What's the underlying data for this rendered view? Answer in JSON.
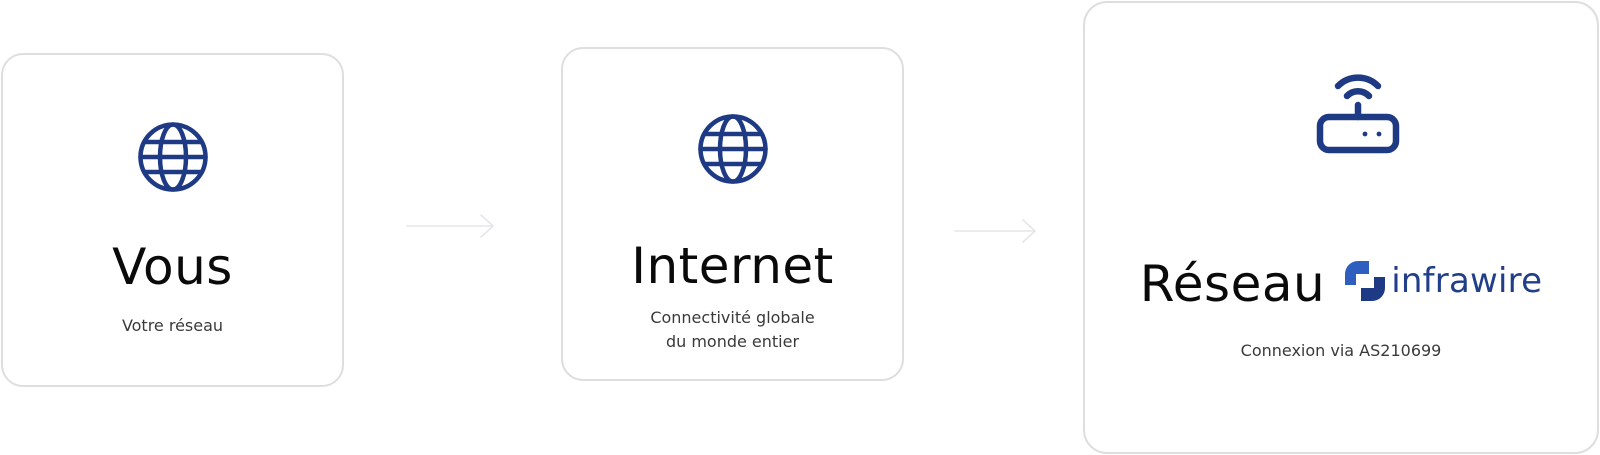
{
  "nodes": [
    {
      "id": "vous",
      "title": "Vous",
      "subtitle": "Votre réseau",
      "icon": "globe-icon"
    },
    {
      "id": "internet",
      "title": "Internet",
      "subtitle": "Connectivité globale\ndu monde entier",
      "icon": "globe-icon"
    },
    {
      "id": "reseau",
      "title": "Réseau",
      "subtitle": "Connexion via AS210699",
      "icon": "router-wifi-icon",
      "logo": {
        "text": "infrawire",
        "icon": "infrawire-logo-mark"
      }
    }
  ],
  "edges": [
    {
      "from": "vous",
      "to": "internet",
      "icon": "arrow-right-icon"
    },
    {
      "from": "internet",
      "to": "reseau",
      "icon": "arrow-right-icon"
    }
  ],
  "colors": {
    "icon": "#1f3a84",
    "brand": "#213e88",
    "card_border": "#dedede",
    "arrow": "#e4e6ec",
    "title": "#0a0a0a",
    "subtitle": "#3a3a3a"
  }
}
